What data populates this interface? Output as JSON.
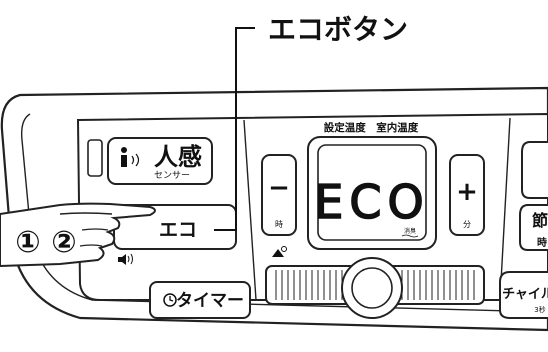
{
  "callout": {
    "eco_button_label": "エコボタン"
  },
  "display": {
    "header_label": "設定温度　室内温度",
    "readout": "ECO",
    "deodorize_label": "消臭"
  },
  "buttons": {
    "human_sensor_main": "人感",
    "human_sensor_sub": "センサー",
    "eco": "エコ",
    "timer": "タイマー",
    "minus": "−",
    "minus_sub": "時",
    "plus": "+",
    "plus_sub": "分",
    "chime_main": "チャイル",
    "chime_sub": "3秒",
    "right_top_partial": "節",
    "right_top_partial_sub": "時"
  },
  "press_indicator": {
    "step_1": "①",
    "step_2": "②"
  },
  "icons": {
    "sensor": "person-waves-icon",
    "sound": "speaker-waves-icon",
    "timer": "clock-icon",
    "brightness": "light-icon"
  }
}
